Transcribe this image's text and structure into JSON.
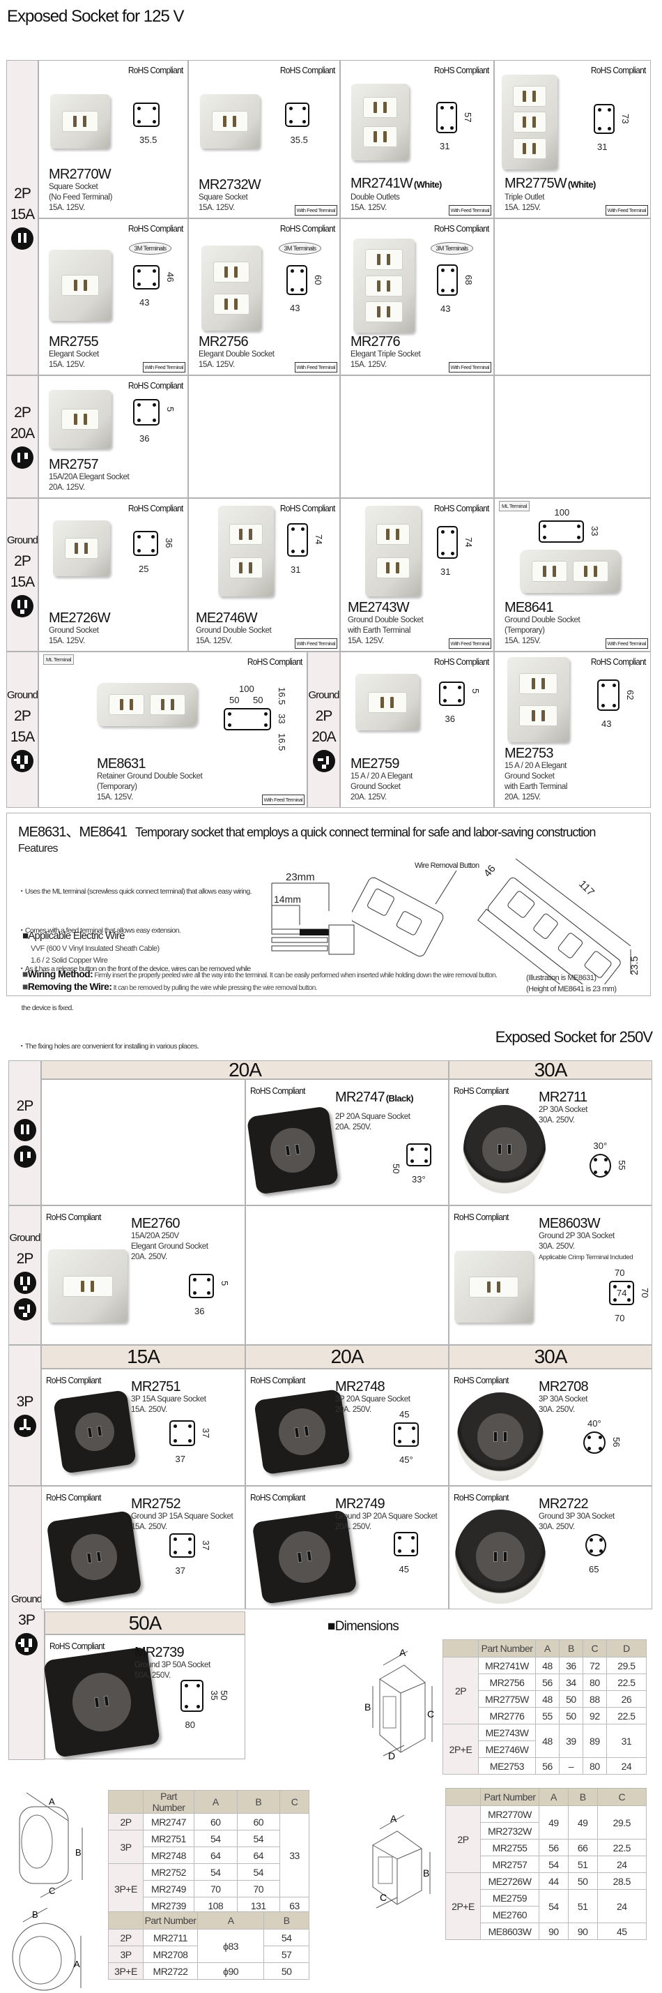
{
  "labels": {
    "rohs": "RoHS Compliant",
    "feed_badge": "With Feed Terminal",
    "terminals_3m": "3M Terminals",
    "ml_terminal": "ML Terminal"
  },
  "section_125": {
    "title": "Exposed Socket for 125 V",
    "row_labels": [
      {
        "lines": [
          "2P",
          "15A"
        ],
        "icon": "plug-2p-15a-icon"
      },
      {
        "lines": [
          "2P",
          "20A"
        ],
        "icon": "plug-2p-20a-icon"
      },
      {
        "lines": [
          "Ground",
          "2P",
          "15A"
        ],
        "icon": "plug-ground-2p-15a-icon"
      },
      {
        "lines": [
          "Ground",
          "2P",
          "15A"
        ],
        "icon": "plug-ground-2p-15a-locking-icon"
      },
      {
        "lines": [
          "Ground",
          "2P",
          "20A"
        ],
        "icon": "plug-ground-2p-20a-icon"
      }
    ],
    "products": [
      {
        "model": "MR2770W",
        "desc": [
          "Square Socket",
          "(No Feed Terminal)"
        ],
        "rating": "15A. 125V.",
        "rohs": true,
        "badge": false,
        "dims": [
          "35.5"
        ]
      },
      {
        "model": "MR2732W",
        "desc": [
          "Square Socket"
        ],
        "rating": "15A. 125V.",
        "rohs": true,
        "badge": true,
        "dims": [
          "35.5"
        ]
      },
      {
        "model": "MR2741W",
        "note": "(White)",
        "desc": [
          "Double Outlets"
        ],
        "rating": "15A. 125V.",
        "rohs": true,
        "badge": true,
        "dims": [
          "31",
          "57"
        ]
      },
      {
        "model": "MR2775W",
        "note": "(White)",
        "desc": [
          "Triple Outlet"
        ],
        "rating": "15A. 125V.",
        "rohs": true,
        "badge": true,
        "dims": [
          "31",
          "73"
        ]
      },
      {
        "model": "MR2755",
        "desc": [
          "Elegant Socket"
        ],
        "rating": "15A. 125V.",
        "rohs": true,
        "badge": true,
        "tag": "3m",
        "dims": [
          "43",
          "46"
        ]
      },
      {
        "model": "MR2756",
        "desc": [
          "Elegant Double Socket"
        ],
        "rating": "15A. 125V.",
        "rohs": true,
        "badge": true,
        "tag": "3m",
        "dims": [
          "43",
          "60"
        ]
      },
      {
        "model": "MR2776",
        "desc": [
          "Elegant Triple Socket"
        ],
        "rating": "15A. 125V.",
        "rohs": true,
        "badge": true,
        "tag": "3m",
        "dims": [
          "43",
          "68"
        ]
      },
      {
        "model": "MR2757",
        "desc": [
          "15A/20A  Elegant Socket"
        ],
        "rating": "20A. 125V.",
        "rohs": true,
        "badge": false,
        "dims": [
          "36",
          "5"
        ]
      },
      {
        "model": "ME2726W",
        "desc": [
          "Ground Socket"
        ],
        "rating": "15A. 125V.",
        "rohs": true,
        "badge": false,
        "dims": [
          "25",
          "36"
        ]
      },
      {
        "model": "ME2746W",
        "desc": [
          "Ground Double Socket"
        ],
        "rating": "15A. 125V.",
        "rohs": true,
        "badge": true,
        "dims": [
          "31",
          "74"
        ]
      },
      {
        "model": "ME2743W",
        "desc": [
          "Ground Double Socket",
          "with Earth Terminal"
        ],
        "rating": "15A. 125V.",
        "rohs": true,
        "badge": true,
        "dims": [
          "31",
          "74"
        ]
      },
      {
        "model": "ME8641",
        "desc": [
          "Ground Double Socket",
          "(Temporary)"
        ],
        "rating": "15A. 125V.",
        "rohs": false,
        "badge": true,
        "tag": "ml",
        "dims": [
          "100",
          "33"
        ]
      },
      {
        "model": "ME8631",
        "desc": [
          "Retainer Ground Double Socket",
          "(Temporary)"
        ],
        "rating": "15A. 125V.",
        "rohs": true,
        "badge": true,
        "tag": "ml",
        "dims": [
          "100",
          "50",
          "50",
          "16.5",
          "33",
          "16.5"
        ]
      },
      {
        "model": "ME2759",
        "desc": [
          "15 A / 20 A Elegant",
          "Ground Socket"
        ],
        "rating": "20A. 125V.",
        "rohs": true,
        "badge": false,
        "dims": [
          "36",
          "5"
        ]
      },
      {
        "model": "ME2753",
        "desc": [
          "15 A / 20 A Elegant",
          "Ground Socket",
          "with Earth Terminal"
        ],
        "rating": "20A. 125V.",
        "rohs": true,
        "badge": false,
        "dims": [
          "43",
          "62"
        ]
      }
    ]
  },
  "ml_section": {
    "title_models": "ME8631、ME8641",
    "title_text": "Temporary socket that employs a quick connect terminal for safe and labor-saving construction",
    "features_heading": "Features",
    "features": [
      "・Uses the ML terminal (screwless quick connect terminal) that allows easy wiring.",
      "・Comes with a feed terminal that allows easy extension.",
      "・As it has a release button on the front of the device, wires can be removed while",
      "  the device is fixed.",
      "・The fixing holes are convenient for installing in various places."
    ],
    "wire_heading": "Applicable Electric Wire",
    "wire_lines": [
      "VVF (600 V Vinyl Insulated Sheath Cable)",
      "1.6 / 2 Solid Copper Wire"
    ],
    "wiring_label": "Wiring Method:",
    "wiring_text": "Firmly insert the properly peeled wire all the way into the terminal. It can be easily performed when inserted while holding down the wire removal button.",
    "removing_label": "Removing the Wire:",
    "removing_text": "It can be removed by pulling the wire while pressing the wire removal button.",
    "strip_long": "23mm",
    "strip_short": "14mm",
    "wire_removal_button": "Wire Removal Button",
    "dim_width": "46",
    "dim_length": "117",
    "dim_height": "23.5",
    "note_1": "(Illustration is ME8631)",
    "note_2": "(Height of ME8641 is 23 mm)"
  },
  "section_250": {
    "title": "Exposed Socket for 250V",
    "headers": [
      "20A",
      "30A",
      "15A",
      "20A",
      "30A",
      "50A"
    ],
    "row_labels": [
      {
        "lines": [
          "2P"
        ],
        "icons": [
          "plug-2p-250v-20a-icon",
          "plug-2p-250v-30a-icon"
        ]
      },
      {
        "lines": [
          "Ground",
          "2P"
        ],
        "icons": [
          "plug-ground-2p-250v-20a-icon",
          "plug-ground-2p-250v-30a-icon"
        ]
      },
      {
        "lines": [
          "3P"
        ],
        "icons": [
          "plug-3p-icon"
        ]
      },
      {
        "lines": [
          "Ground",
          "3P"
        ],
        "icons": [
          "plug-ground-3p-icon"
        ]
      }
    ],
    "products": [
      {
        "model": "MR2747",
        "note": "(Black)",
        "desc": [
          "",
          "2P 20A Square Socket"
        ],
        "rating": "20A. 250V.",
        "dims": [
          "50",
          "33°"
        ]
      },
      {
        "model": "MR2711",
        "desc": [
          "2P 30A Socket"
        ],
        "rating": "30A. 250V.",
        "dims": [
          "30°",
          "55"
        ]
      },
      {
        "model": "ME2760",
        "desc": [
          "15A/20A 250V",
          "Elegant Ground Socket"
        ],
        "rating": "20A. 250V.",
        "dims": [
          "36",
          "5"
        ]
      },
      {
        "model": "ME8603W",
        "desc": [
          "Ground 2P 30A Socket"
        ],
        "rating": "30A. 250V.",
        "extra": "Applicable Crimp Terminal Included",
        "dims": [
          "70",
          "74",
          "70",
          "70"
        ]
      },
      {
        "model": "MR2751",
        "desc": [
          "3P 15A Square Socket"
        ],
        "rating": "15A. 250V.",
        "dims": [
          "37",
          "37"
        ]
      },
      {
        "model": "MR2748",
        "desc": [
          "3P 20A Square Socket"
        ],
        "rating": "20A. 250V.",
        "dims": [
          "45",
          "45°"
        ]
      },
      {
        "model": "MR2708",
        "desc": [
          "3P 30A Socket"
        ],
        "rating": "30A. 250V.",
        "dims": [
          "40°",
          "56"
        ]
      },
      {
        "model": "MR2752",
        "desc": [
          "Ground 3P 15A Square Socket"
        ],
        "rating": "15A. 250V.",
        "dims": [
          "37",
          "37"
        ]
      },
      {
        "model": "MR2749",
        "desc": [
          "Ground 3P 20A Square Socket"
        ],
        "rating": "20A. 250V.",
        "dims": [
          "45"
        ]
      },
      {
        "model": "MR2722",
        "desc": [
          "Ground 3P 30A Socket"
        ],
        "rating": "30A. 250V.",
        "dims": [
          "65"
        ]
      },
      {
        "model": "MR2739",
        "desc": [
          "Ground 3P 50A Socket"
        ],
        "rating": "50A. 250V.",
        "dims": [
          "35",
          "50",
          "80"
        ]
      }
    ]
  },
  "dimensions": {
    "heading": "Dimensions",
    "tables": [
      {
        "drawing_labels": [
          "A",
          "B",
          "C",
          "D"
        ],
        "header": [
          "",
          "Part Number",
          "A",
          "B",
          "C",
          "D"
        ],
        "rows": [
          [
            "2P",
            "MR2741W",
            "48",
            "36",
            "72",
            "29.5"
          ],
          [
            null,
            "MR2756",
            "56",
            "34",
            "80",
            "22.5"
          ],
          [
            null,
            "MR2775W",
            "48",
            "50",
            "88",
            "26"
          ],
          [
            null,
            "MR2776",
            "55",
            "50",
            "92",
            "22.5"
          ],
          [
            "2P+E",
            "ME2743W",
            "48",
            "39",
            "89",
            "31"
          ],
          [
            null,
            "ME2746W",
            null,
            null,
            null,
            null
          ],
          [
            null,
            "ME2753",
            "56",
            "–",
            "80",
            "24"
          ]
        ]
      },
      {
        "drawing_labels": [
          "A",
          "B",
          "C"
        ],
        "header": [
          "",
          "Part Number",
          "A",
          "B",
          "C"
        ],
        "rows": [
          [
            "2P",
            "MR2747",
            "60",
            "60",
            "33"
          ],
          [
            "3P",
            "MR2751",
            "54",
            "54",
            null
          ],
          [
            null,
            "MR2748",
            "64",
            "64",
            null
          ],
          [
            "3P+E",
            "MR2752",
            "54",
            "54",
            null
          ],
          [
            null,
            "MR2749",
            "70",
            "70",
            null
          ],
          [
            null,
            "MR2739",
            "108",
            "131",
            "63"
          ]
        ]
      },
      {
        "drawing_labels": [
          "B",
          "A"
        ],
        "header": [
          "",
          "Part Number",
          "A",
          "B"
        ],
        "rows": [
          [
            "2P",
            "MR2711",
            "ϕ83",
            "54"
          ],
          [
            "3P",
            "MR2708",
            null,
            "57"
          ],
          [
            "3P+E",
            "MR2722",
            "ϕ90",
            "50"
          ]
        ]
      },
      {
        "drawing_labels": [
          "A",
          "B",
          "C"
        ],
        "header": [
          "",
          "Part Number",
          "A",
          "B",
          "C"
        ],
        "rows": [
          [
            "2P",
            "MR2770W",
            "49",
            "49",
            "29.5"
          ],
          [
            null,
            "MR2732W",
            null,
            null,
            null
          ],
          [
            null,
            "MR2755",
            "56",
            "66",
            "22.5"
          ],
          [
            null,
            "MR2757",
            "54",
            "51",
            "24"
          ],
          [
            "2P+E",
            "ME2726W",
            "44",
            "50",
            "28.5"
          ],
          [
            null,
            "ME2759",
            "54",
            "51",
            "24"
          ],
          [
            null,
            "ME2760",
            null,
            null,
            null
          ],
          [
            null,
            "ME8603W",
            "90",
            "90",
            "45"
          ]
        ]
      }
    ]
  }
}
